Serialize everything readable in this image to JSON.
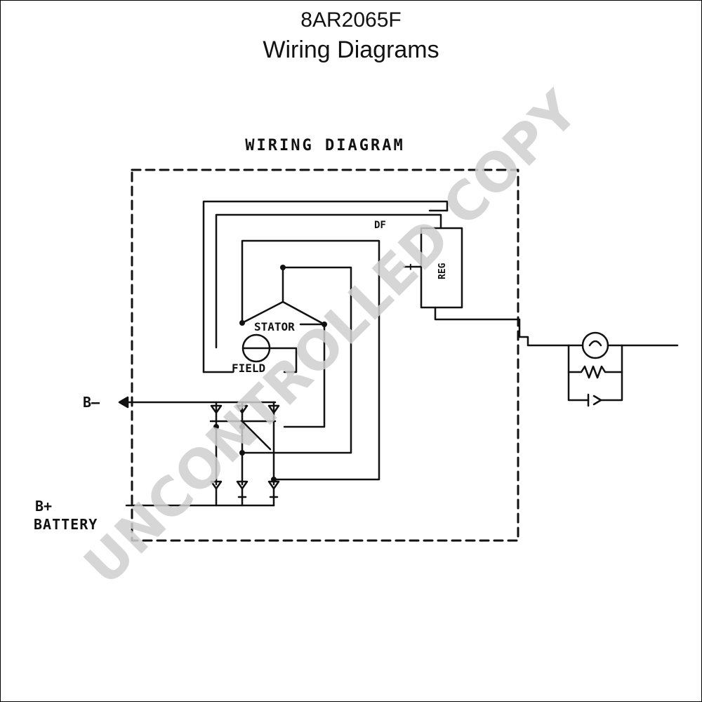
{
  "header": {
    "part_number": "8AR2065F",
    "title": "Wiring Diagrams"
  },
  "diagram": {
    "heading": "WIRING DIAGRAM",
    "labels": {
      "df": "DF",
      "reg": "REG",
      "stator": "STATOR",
      "field": "FIELD",
      "b_minus": "B–",
      "b_plus": "B+",
      "battery": "BATTERY"
    }
  },
  "watermark": "UNCONTROLLED COPY",
  "colors": {
    "ink": "#111111",
    "watermark": "#cfcfcf",
    "background": "#ffffff"
  }
}
